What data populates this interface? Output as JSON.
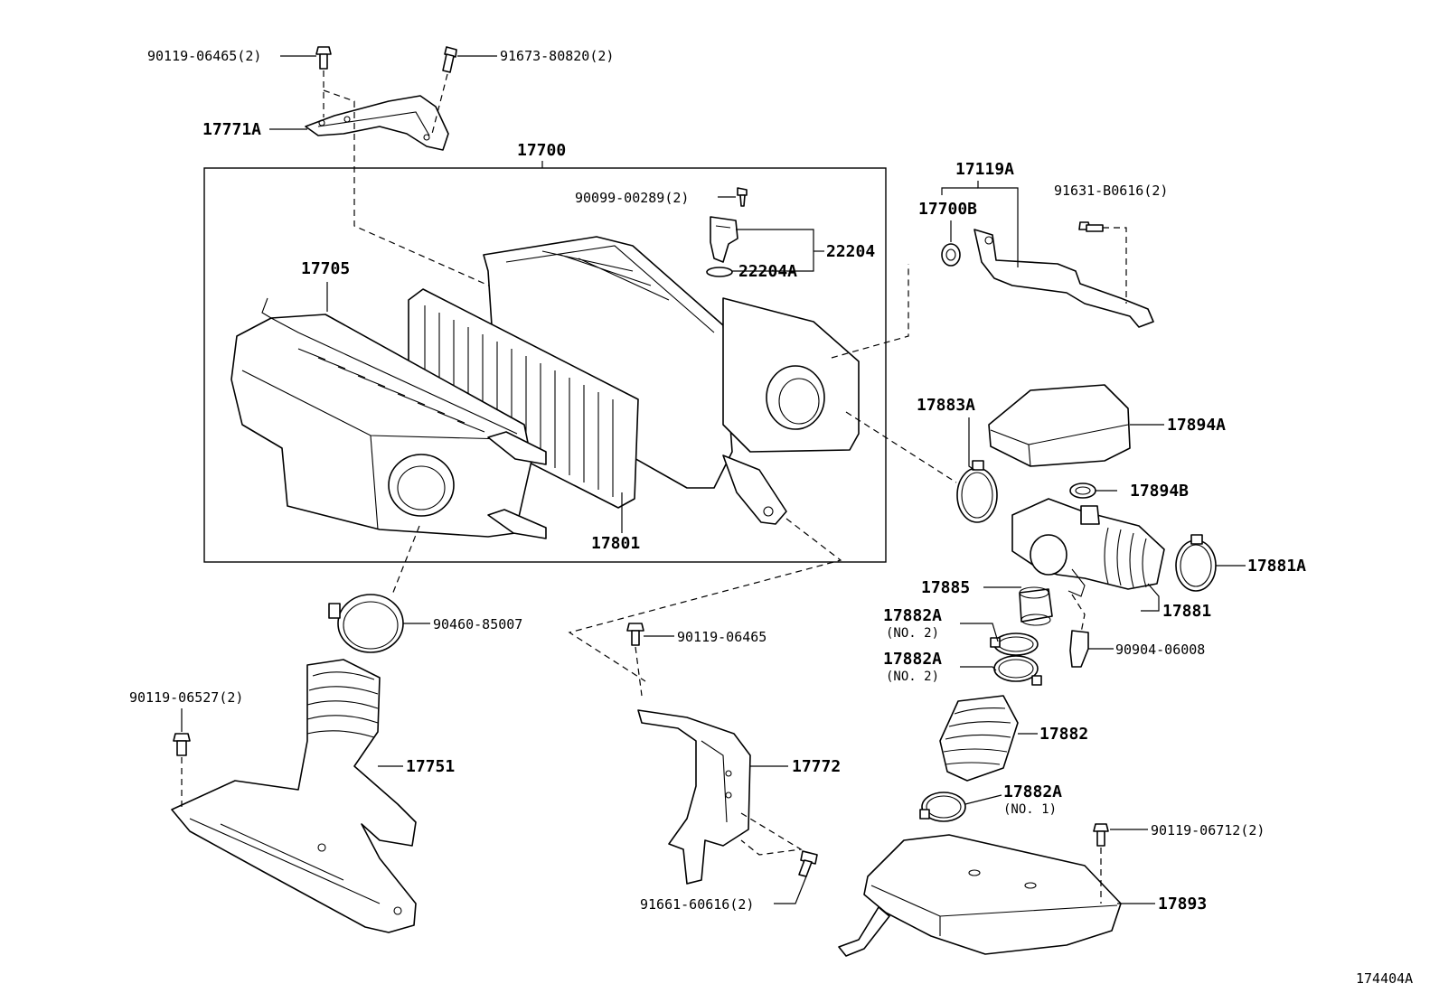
{
  "diagram_id": "174404A",
  "labels": {
    "p_90119_06465_2": "90119-06465(2)",
    "p_91673_80820_2": "91673-80820(2)",
    "p_17771A": "17771A",
    "p_17700": "17700",
    "p_90099_00289_2": "90099-00289(2)",
    "p_22204": "22204",
    "p_22204A": "22204A",
    "p_17705": "17705",
    "p_17801": "17801",
    "p_17119A": "17119A",
    "p_17700B": "17700B",
    "p_91631_B0616_2": "91631-B0616(2)",
    "p_17883A": "17883A",
    "p_17894A": "17894A",
    "p_17894B": "17894B",
    "p_17881A": "17881A",
    "p_17885": "17885",
    "p_17881": "17881",
    "p_17882A_1": "17882A",
    "p_no2_1": "(NO. 2)",
    "p_17882A_2": "17882A",
    "p_no2_2": "(NO. 2)",
    "p_90904_06008": "90904-06008",
    "p_17882": "17882",
    "p_17882A_3": "17882A",
    "p_no1": "(NO. 1)",
    "p_90119_06712_2": "90119-06712(2)",
    "p_17893": "17893",
    "p_90460_85007": "90460-85007",
    "p_90119_06465": "90119-06465",
    "p_90119_06527_2": "90119-06527(2)",
    "p_17751": "17751",
    "p_17772": "17772",
    "p_91661_60616_2": "91661-60616(2)"
  }
}
